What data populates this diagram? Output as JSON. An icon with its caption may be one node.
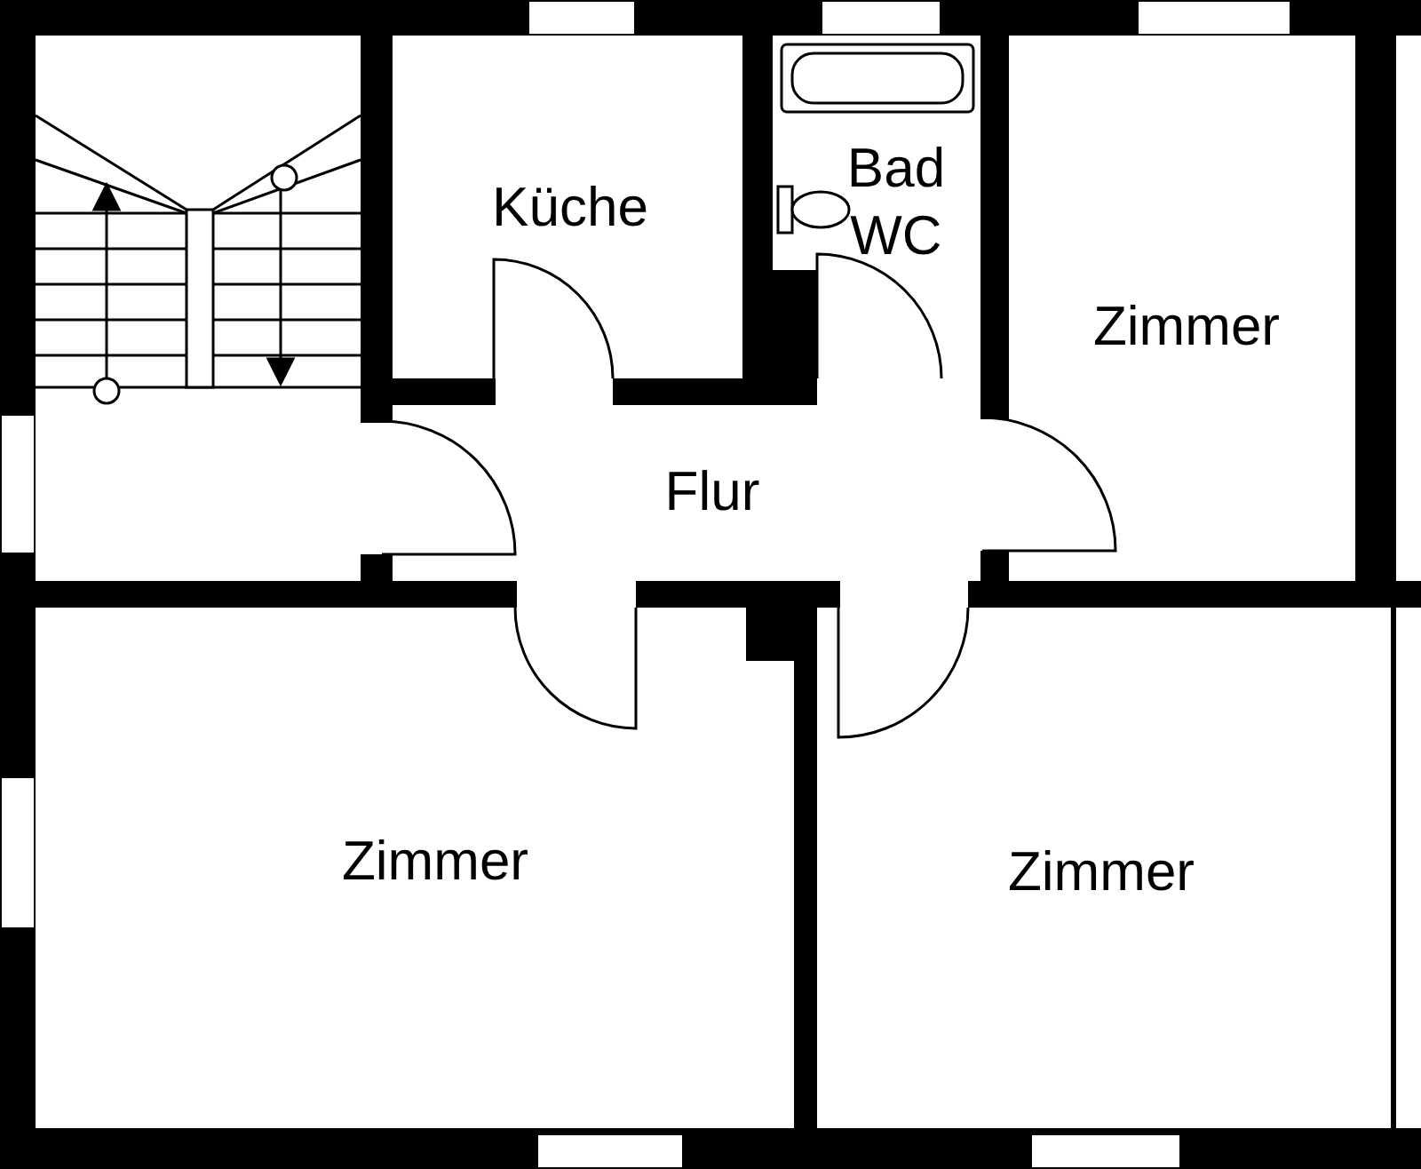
{
  "diagram": {
    "nodes": [
      {
        "text": [
          "Küche"
        ]
      },
      {
        "text": [
          "Bad WC"
        ]
      },
      {
        "text": [
          "Zimmer"
        ]
      },
      {
        "text": [
          "Flur"
        ]
      },
      {
        "text": [
          "Zimmer"
        ]
      },
      {
        "text": [
          "Zimmer"
        ]
      }
    ]
  }
}
